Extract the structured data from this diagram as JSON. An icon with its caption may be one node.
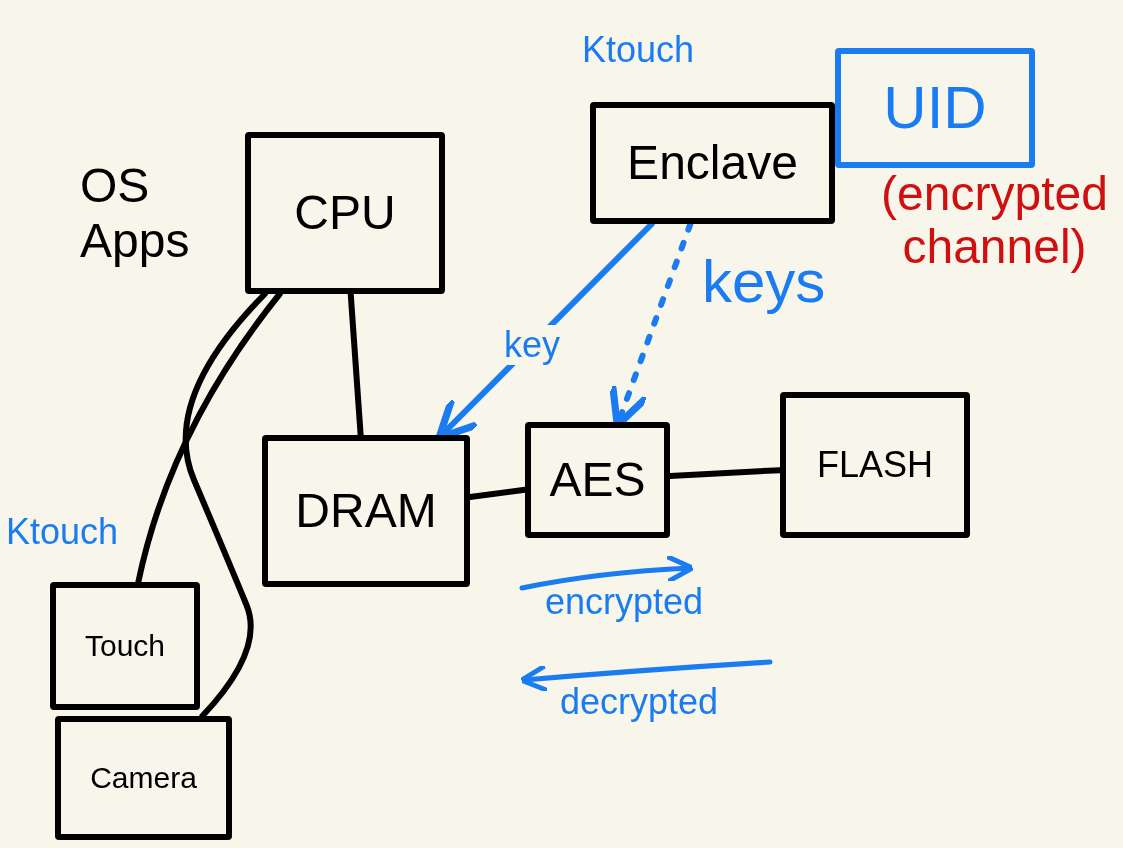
{
  "diagram": {
    "nodes": [
      {
        "text": [
          "CPU"
        ],
        "beside": [
          "OS Apps"
        ]
      },
      {
        "text": [
          "Enclave"
        ],
        "beside": [
          "Ktouch"
        ]
      },
      {
        "text": [
          "UID"
        ]
      },
      {
        "text": [
          "DRAM"
        ]
      },
      {
        "text": [
          "AES"
        ]
      },
      {
        "text": [
          "FLASH"
        ]
      },
      {
        "text": [
          "Touch"
        ],
        "beside": [
          "Ktouch"
        ]
      },
      {
        "text": [
          "Camera"
        ]
      }
    ],
    "edges": [
      {
        "from": 0,
        "to": 3,
        "arrow": "none"
      },
      {
        "from": 1,
        "to": 3,
        "arrow": "to",
        "label": "key",
        "color": "#1a7cf0"
      },
      {
        "from": 1,
        "to": 4,
        "arrow": "to",
        "label": "keys",
        "style": "dashed",
        "color": "#1a7cf0"
      },
      {
        "from": 3,
        "to": 4,
        "arrow": "none"
      },
      {
        "from": 4,
        "to": 5,
        "arrow": "none"
      },
      {
        "from": 0,
        "to": 6,
        "arrow": "none"
      },
      {
        "from": 0,
        "to": 7,
        "arrow": "none"
      }
    ],
    "labels": [
      "(encrypted channel)",
      "encrypted",
      "decrypted"
    ]
  }
}
